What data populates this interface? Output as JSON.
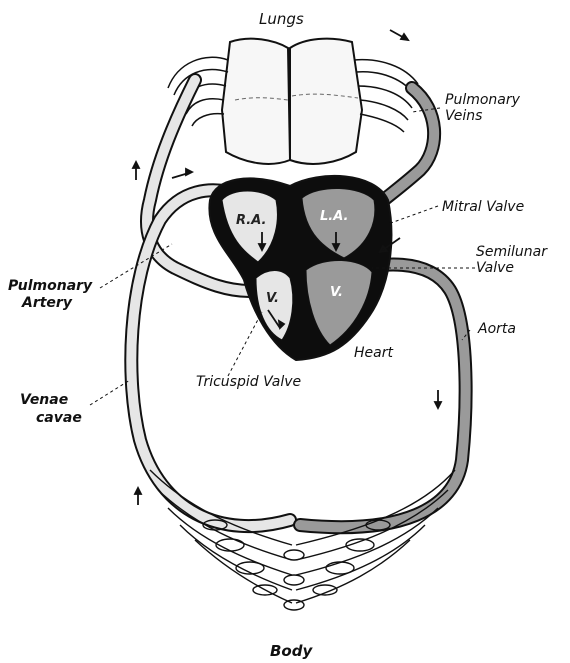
{
  "labels": {
    "lungs": "Lungs",
    "pulmonary_veins_line1": "Pulmonary",
    "pulmonary_veins_line2": "Veins",
    "mitral_valve": "Mitral Valve",
    "semilunar_valve_line1": "Semilunar",
    "semilunar_valve_line2": "Valve",
    "pulmonary_artery_line1": "Pulmonary",
    "pulmonary_artery_line2": "Artery",
    "aorta": "Aorta",
    "heart": "Heart",
    "tricuspid_valve": "Tricuspid Valve",
    "venae_cavae_line1": "Venae",
    "venae_cavae_line2": "cavae",
    "body": "Body"
  },
  "chambers": {
    "right_atrium": "R.A.",
    "left_atrium": "L.A.",
    "right_ventricle": "V.",
    "left_ventricle": "V."
  },
  "colors": {
    "outline": "#111111",
    "deoxygenated_fill": "#e6e6e6",
    "oxygenated_fill": "#9a9a9a",
    "heart_wall": "#0d0d0d",
    "lung_fill": "#f7f7f7"
  }
}
